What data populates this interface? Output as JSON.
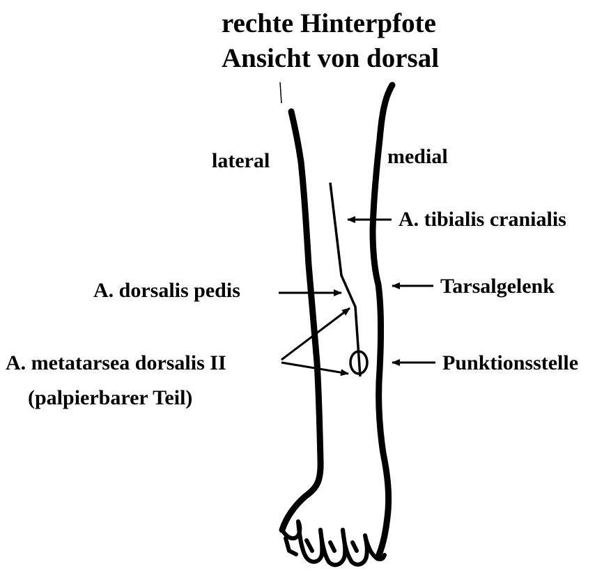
{
  "title": {
    "line1": "rechte Hinterpfote",
    "line2": "Ansicht von dorsal"
  },
  "sides": {
    "lateral": "lateral",
    "medial": "medial"
  },
  "labels": {
    "tibialis": "A. tibialis cranialis",
    "dorsalis_pedis": "A. dorsalis pedis",
    "tarsalgelenk": "Tarsalgelenk",
    "metatarsea_line1": "A. metatarsea dorsalis II",
    "metatarsea_line2": "(palpierbarer Teil)",
    "punktionsstelle": "Punktionsstelle"
  },
  "colors": {
    "ink": "#000000",
    "background": "#ffffff"
  }
}
